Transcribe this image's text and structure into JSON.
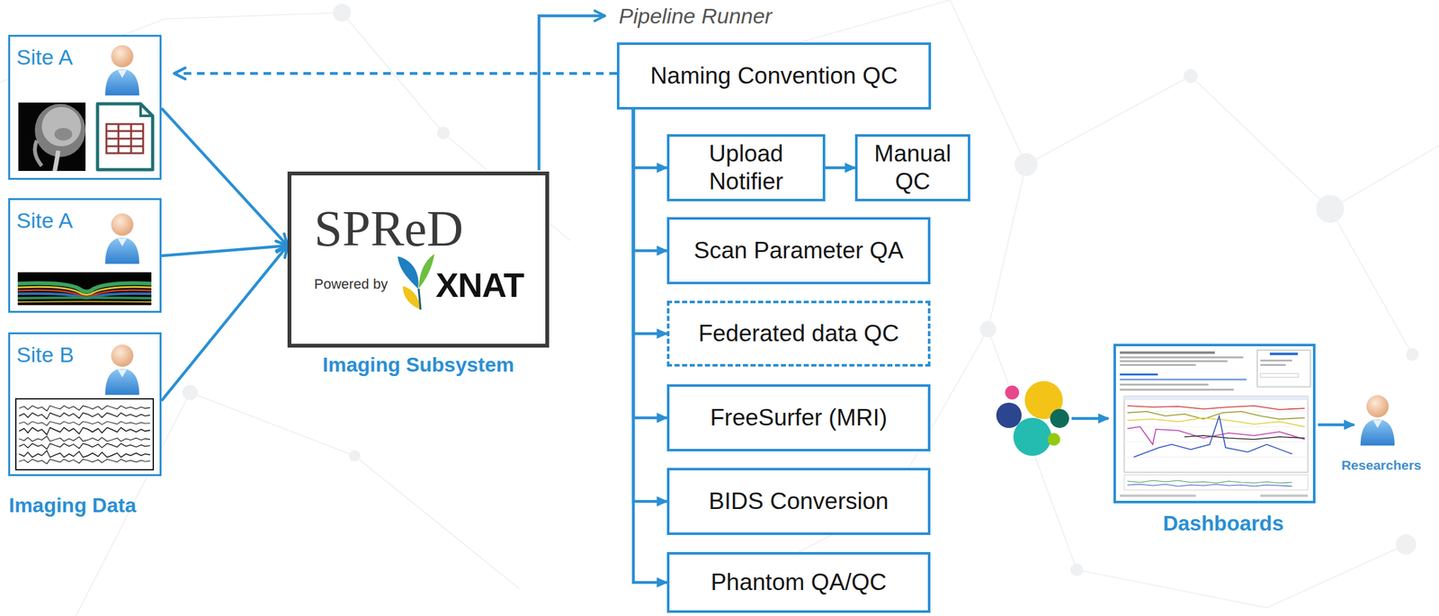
{
  "diagram": {
    "nodes": [
      {
        "text": [
          "Site A"
        ]
      },
      {
        "text": [
          "Site A"
        ]
      },
      {
        "text": [
          "Site B"
        ]
      },
      {
        "text": [
          "SPReD",
          "Powered by",
          "XNAT",
          "Imaging Subsystem"
        ]
      },
      {
        "text": [
          "Naming Convention QC"
        ]
      },
      {
        "text": [
          "Upload Notifier"
        ]
      },
      {
        "text": [
          "Manual QC"
        ]
      },
      {
        "text": [
          "Scan Parameter QA"
        ]
      },
      {
        "text": [
          "Federated data QC"
        ]
      },
      {
        "text": [
          "FreeSurfer (MRI)"
        ]
      },
      {
        "text": [
          "BIDS Conversion"
        ]
      },
      {
        "text": [
          "Phantom QA/QC"
        ]
      },
      {
        "text": [
          "Dashboards"
        ]
      }
    ],
    "edges": [
      {
        "from": 0,
        "to": 3,
        "arrow": "to"
      },
      {
        "from": 1,
        "to": 3,
        "arrow": "to"
      },
      {
        "from": 2,
        "to": 3,
        "arrow": "to"
      },
      {
        "from": 4,
        "to": 0,
        "arrow": "to"
      },
      {
        "from": 4,
        "to": 5,
        "arrow": "to"
      },
      {
        "from": 4,
        "to": 7,
        "arrow": "to"
      },
      {
        "from": 4,
        "to": 8,
        "arrow": "to"
      },
      {
        "from": 4,
        "to": 9,
        "arrow": "to"
      },
      {
        "from": 4,
        "to": 10,
        "arrow": "to"
      },
      {
        "from": 4,
        "to": 11,
        "arrow": "to"
      },
      {
        "from": 5,
        "to": 6,
        "arrow": "to"
      }
    ],
    "labels": [
      "Imaging Data",
      "Pipeline Runner",
      "Researchers"
    ]
  }
}
